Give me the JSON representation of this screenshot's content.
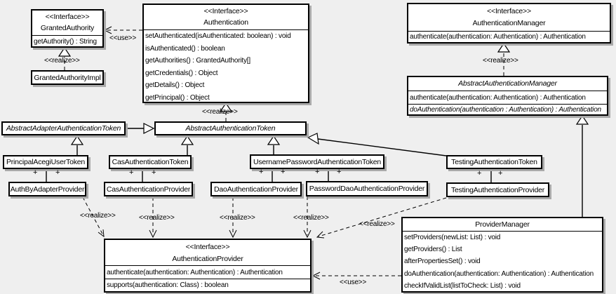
{
  "diagram": {
    "type": "uml-class-diagram",
    "labels": {
      "use": "<<use>>",
      "realize": "<<realize>>",
      "plus": "+"
    },
    "colors": {
      "background": "#efefef",
      "box_fill": "#ffffff",
      "line": "#000000",
      "shadow": "#a9a9a9"
    },
    "classes": {
      "granted_authority": {
        "stereotype": "<<Interface>>",
        "name": "GrantedAuthority",
        "methods": [
          "getAuthority() : String"
        ]
      },
      "granted_authority_impl": {
        "name": "GrantedAuthorityImpl"
      },
      "authentication": {
        "stereotype": "<<Interface>>",
        "name": "Authentication",
        "methods": [
          "setAuthenticated(isAuthenticated: boolean) : void",
          "isAuthenticated() : boolean",
          "getAuthorities() : GrantedAuthority[]",
          "getCredentials() : Object",
          "getDetails() : Object",
          "getPrincipal() : Object"
        ]
      },
      "authentication_manager": {
        "stereotype": "<<Interface>>",
        "name": "AuthenticationManager",
        "methods": [
          "authenticate(authentication: Authentication) : Authentication"
        ]
      },
      "abstract_authentication_manager": {
        "name": "AbstractAuthenticationManager",
        "methods": [
          "authenticate(authentication: Authentication) : Authentication",
          "doAuthentication(authentication : Authentication) : Authentication"
        ]
      },
      "abstract_adapter_authentication_token": {
        "name": "AbstractAdapterAuthenticationToken"
      },
      "abstract_authentication_token": {
        "name": "AbstractAuthenticationToken"
      },
      "principal_acegi_user_token": {
        "name": "PrincipalAcegiUserToken"
      },
      "cas_authentication_token": {
        "name": "CasAuthenticationToken"
      },
      "username_password_authentication_token": {
        "name": "UsernamePasswordAuthenticationToken"
      },
      "testing_authentication_token": {
        "name": "TestingAuthenticationToken"
      },
      "auth_by_adapter_provider": {
        "name": "AuthByAdapterProvider"
      },
      "cas_authentication_provider": {
        "name": "CasAuthenticationProvider"
      },
      "dao_authentication_provider": {
        "name": "DaoAuthenticationProvider"
      },
      "password_dao_authentication_provider": {
        "name": "PasswordDaoAuthenticationProvider"
      },
      "testing_authentication_provider": {
        "name": "TestingAuthenticationProvider"
      },
      "authentication_provider": {
        "stereotype": "<<Interface>>",
        "name": "AuthenticationProvider",
        "methods": [
          "authenticate(authentication: Authentication) : Authentication",
          "supports(authentication: Class) : boolean"
        ]
      },
      "provider_manager": {
        "name": "ProviderManager",
        "methods": [
          "setProviders(newList: List) : void",
          "getProviders() : List",
          "afterPropertiesSet() : void",
          "doAuthentication(authentication: Authentication) : Authentication",
          "checkIfValidList(listToCheck: List) : void"
        ]
      }
    }
  }
}
